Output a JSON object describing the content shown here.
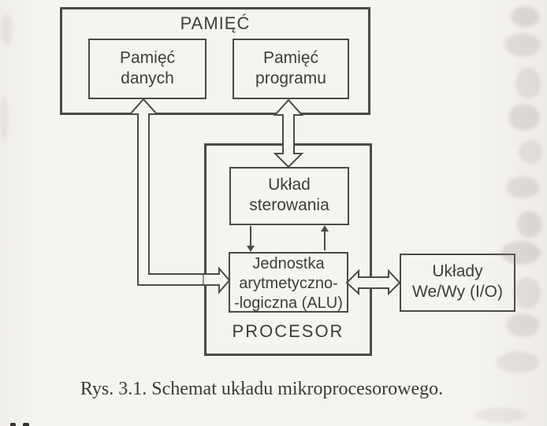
{
  "figure": {
    "memory": {
      "title": "PAMIĘĆ"
    },
    "data_memory": {
      "line1": "Pamięć",
      "line2": "danych"
    },
    "program_memory": {
      "line1": "Pamięć",
      "line2": "programu"
    },
    "control_unit": {
      "line1": "Układ",
      "line2": "sterowania"
    },
    "alu": {
      "line1": "Jednostka",
      "line2": "arytmetyczno-",
      "line3": "-logiczna (ALU)"
    },
    "processor": {
      "title": "PROCESOR"
    },
    "io": {
      "line1": "Układy",
      "line2": "We/Wy (I/O)"
    },
    "caption": "Rys. 3.1. Schemat układu mikroprocesorowego."
  },
  "graph": {
    "nodes": [
      "PAMIĘĆ",
      "Pamięć danych",
      "Pamięć programu",
      "PROCESOR",
      "Układ sterowania",
      "Jednostka arytmetyczno-logiczna (ALU)",
      "Układy We/Wy (I/O)"
    ],
    "edges": [
      {
        "from": "Pamięć danych",
        "to": "Jednostka arytmetyczno-logiczna (ALU)",
        "style": "hollow-bus-arrow",
        "bidirectional": true
      },
      {
        "from": "Pamięć programu",
        "to": "Układ sterowania",
        "style": "hollow-bus-arrow",
        "bidirectional": true
      },
      {
        "from": "Jednostka arytmetyczno-logiczna (ALU)",
        "to": "Układy We/Wy (I/O)",
        "style": "hollow-bus-arrow",
        "bidirectional": true
      },
      {
        "from": "Układ sterowania",
        "to": "Jednostka arytmetyczno-logiczna (ALU)",
        "style": "thin-arrow",
        "bidirectional": false
      },
      {
        "from": "Jednostka arytmetyczno-logiczna (ALU)",
        "to": "Układ sterowania",
        "style": "thin-arrow",
        "bidirectional": false
      }
    ]
  },
  "colors": {
    "paper": "#f6f4f0",
    "ink": "#3d3d3d",
    "line": "#4a4a4a"
  }
}
